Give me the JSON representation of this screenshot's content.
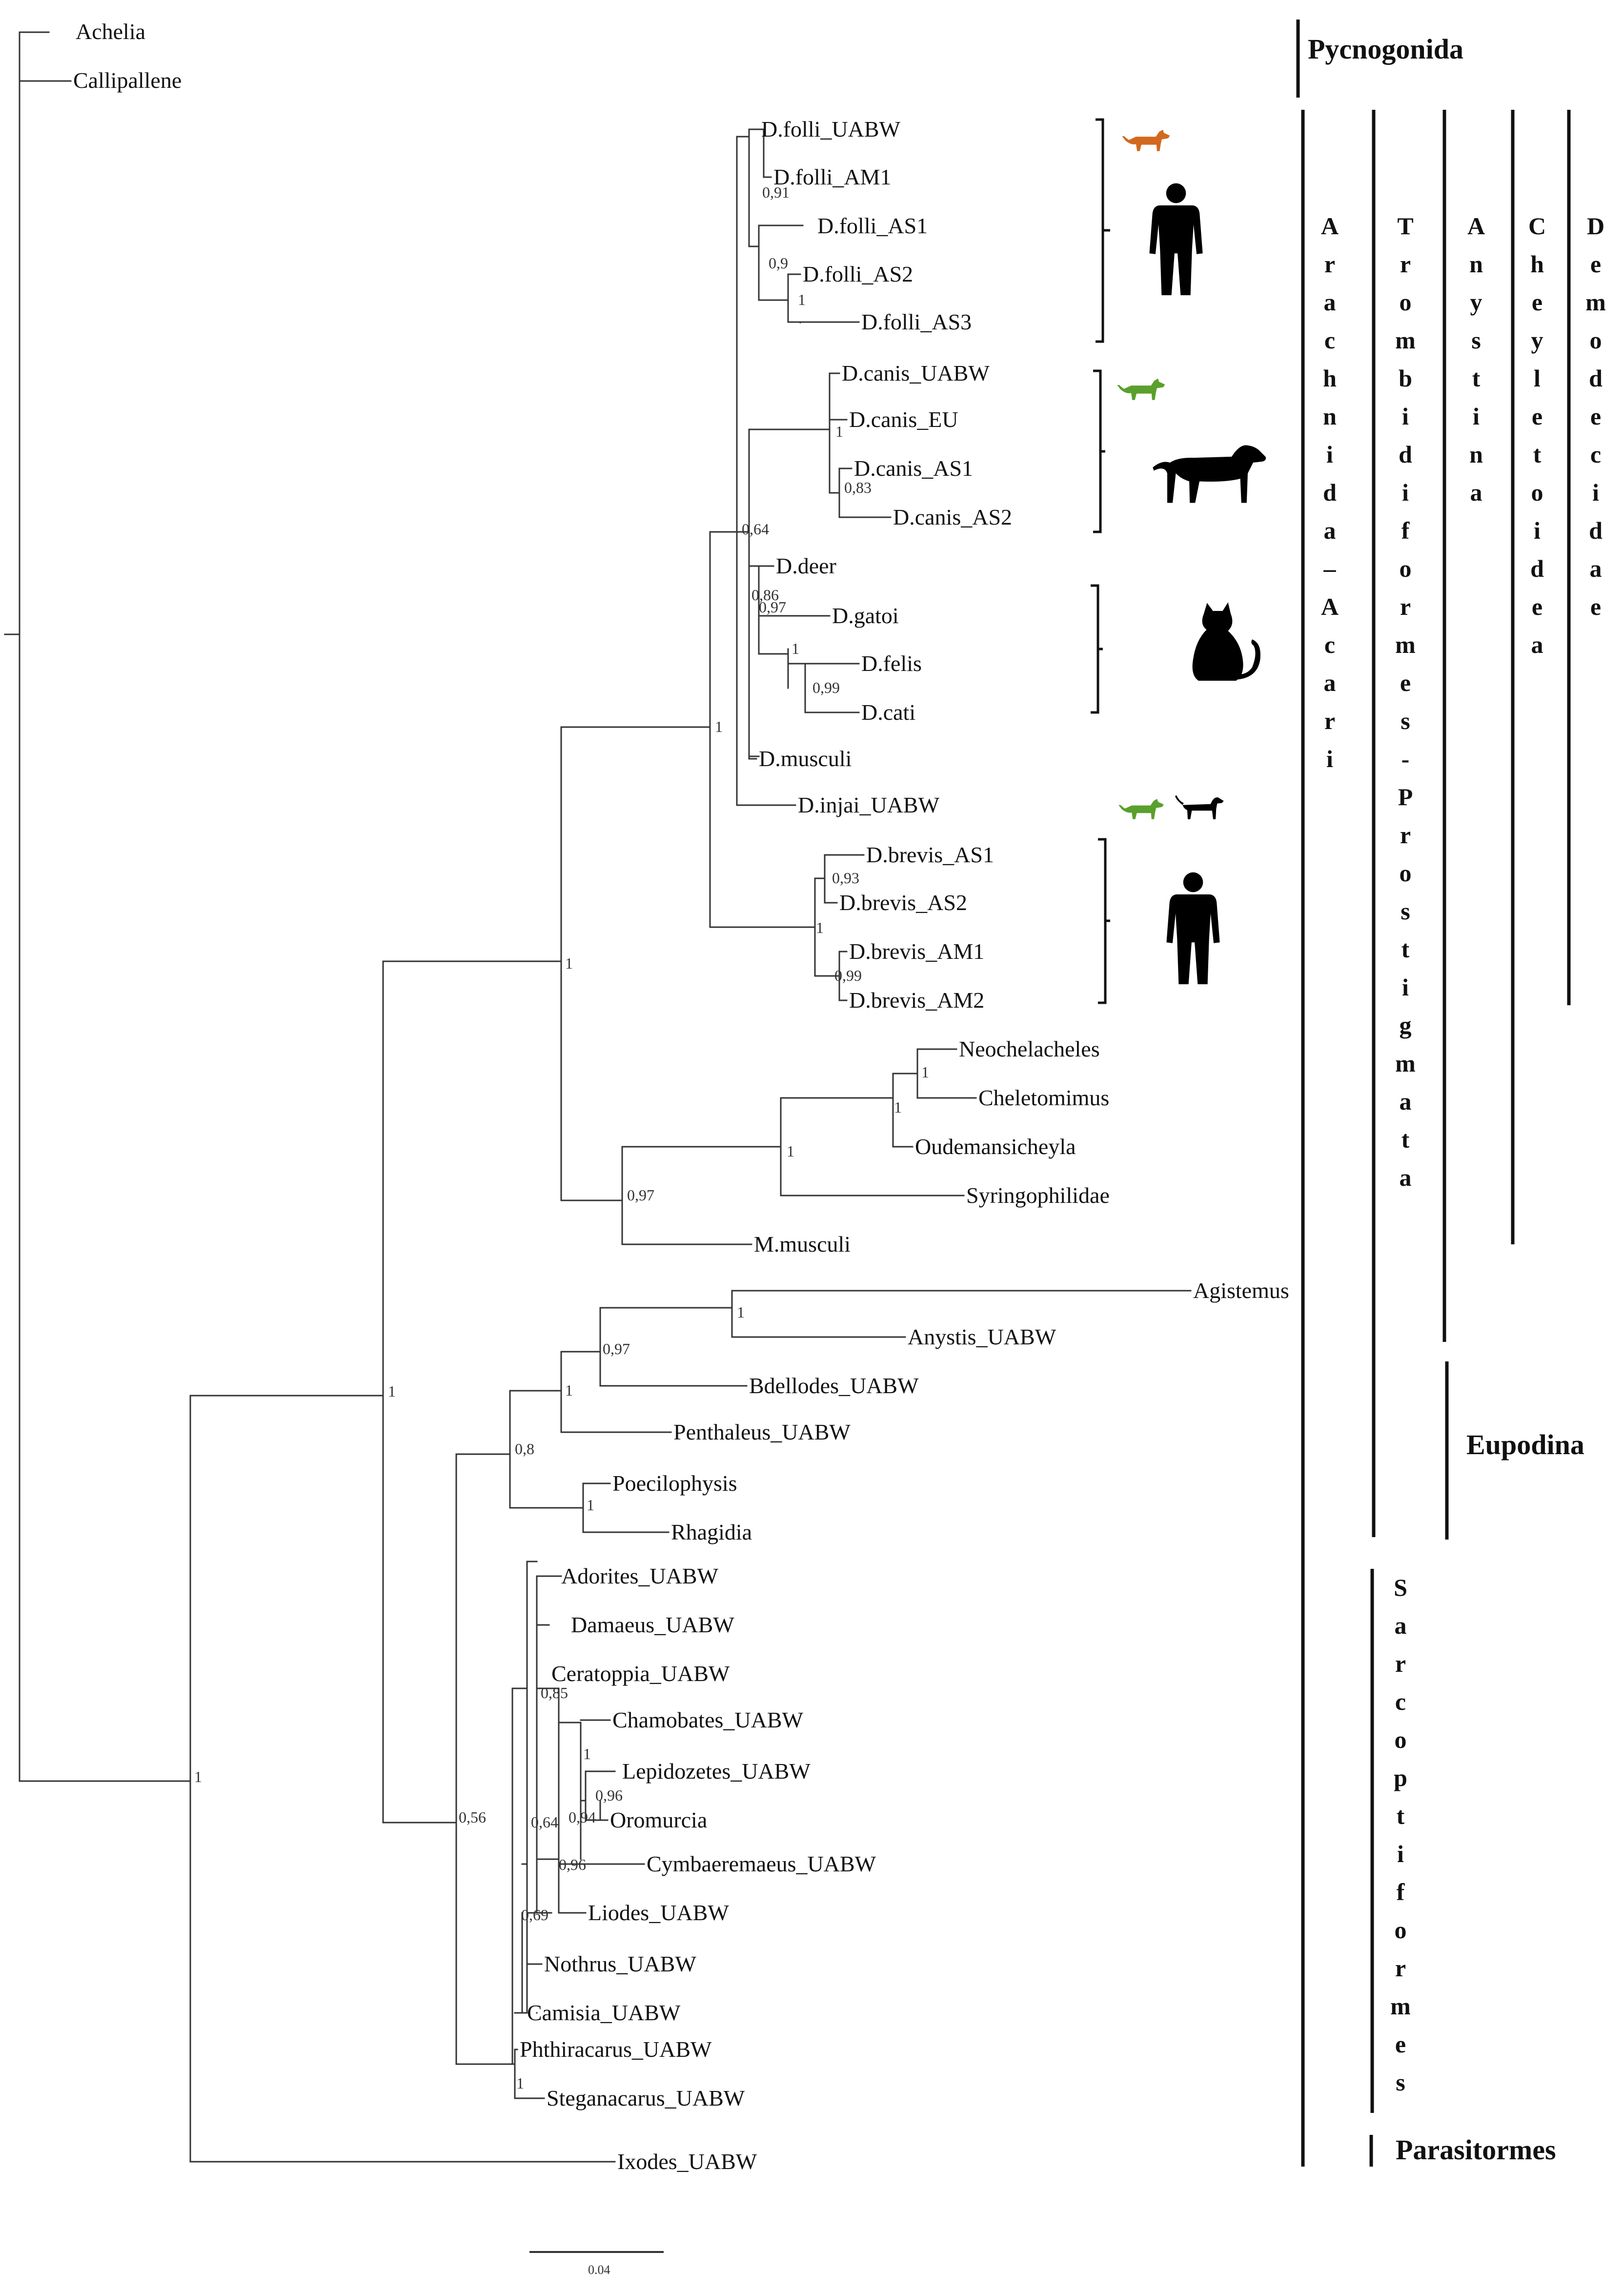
{
  "colors": {
    "branch": "#333333",
    "text": "#111111",
    "wild_orange": "#d2691e",
    "wild_green": "#5aa02c",
    "silhouette": "#000000"
  },
  "tips": [
    "Achelia",
    "Callipallene",
    "D.folli_UABW",
    "D.folli_AM1",
    "D.folli_AS1",
    "D.folli_AS2",
    "D.folli_AS3",
    "D.canis_UABW",
    "D.canis_EU",
    "D.canis_AS1",
    "D.canis_AS2",
    "D.deer",
    "D.gatoi",
    "D.felis",
    "D.cati",
    "D.musculi",
    "D.injai_UABW",
    "D.brevis_AS1",
    "D.brevis_AS2",
    "D.brevis_AM1",
    "D.brevis_AM2",
    "Neochelacheles",
    "Cheletomimus",
    "Oudemansicheyla",
    "Syringophilidae",
    "M.musculi",
    "Agistemus",
    "Anystis_UABW",
    "Bdellodes_UABW",
    "Penthaleus_UABW",
    "Poecilophysis",
    "Rhagidia",
    "Adorites_UABW",
    "Damaeus_UABW",
    "Ceratoppia_UABW",
    "Chamobates_UABW",
    "Lepidozetes_UABW",
    "Oromurcia",
    "Cymbaeremaeus_UABW",
    "Liodes_UABW",
    "Nothrus_UABW",
    "Camisia_UABW",
    "Phthiracarus_UABW",
    "Steganacarus_UABW",
    "Ixodes_UABW"
  ],
  "support": {
    "folli_am1": "0,91",
    "folli_as": "0,9",
    "folli_as23": "1",
    "canis_core": "1",
    "canis_as": "0,83",
    "demodex_core": "0,64",
    "deer_cat": "0,86",
    "cat_grp": "0,97",
    "felis_cati": "1",
    "felis_cati_pair": "0,99",
    "demodecidae": "1",
    "brevis_grp": "1",
    "brevis_as": "0,93",
    "brevis_am": "0,99",
    "cheyletoidea": "1",
    "cheyletid_a": "1",
    "cheyletid_b": "1",
    "cheyletid_c": "1",
    "cheyl_musculi": "0,97",
    "trombidiformes": "1",
    "anystina": "1",
    "anystis_bdell": "0,97",
    "eupodina_a": "1",
    "eupodina_b": "0,8",
    "rhag": "1",
    "acariformes": "0,56",
    "oribatid_a": "0,85",
    "lepido": "1",
    "lepido_oro": "0,96",
    "oro": "0,94",
    "cymb": "0,96",
    "liodes_grp": "0,64",
    "nothrus_grp": "0,69",
    "phthir": "1",
    "acari": "1"
  },
  "clades": {
    "pycnogonida": "Pycnogonida",
    "eupodina": "Eupodina",
    "parasitormes": "Parasitormes",
    "arachnida": "Arachnida–Acari",
    "trombidiformes": "Trombidiformes-Prostigmata",
    "anystina": "Anystina",
    "cheyletoidea": "Cheyletoidea",
    "demodecidae": "Demodecidae",
    "sarcoptiformes": "Sarcoptiformes"
  },
  "hosts": [
    {
      "group": "D.folli",
      "wild": "wild-canid-orange",
      "host": "human"
    },
    {
      "group": "D.canis",
      "wild": "wild-canid-green",
      "host": "dog"
    },
    {
      "group": "D.cati/felis/gatoi",
      "host": "cat"
    },
    {
      "group": "D.injai",
      "wild": "wild-canid-green",
      "host": "dog"
    },
    {
      "group": "D.brevis",
      "host": "human"
    }
  ],
  "scale_bar": {
    "label": "0.04"
  }
}
